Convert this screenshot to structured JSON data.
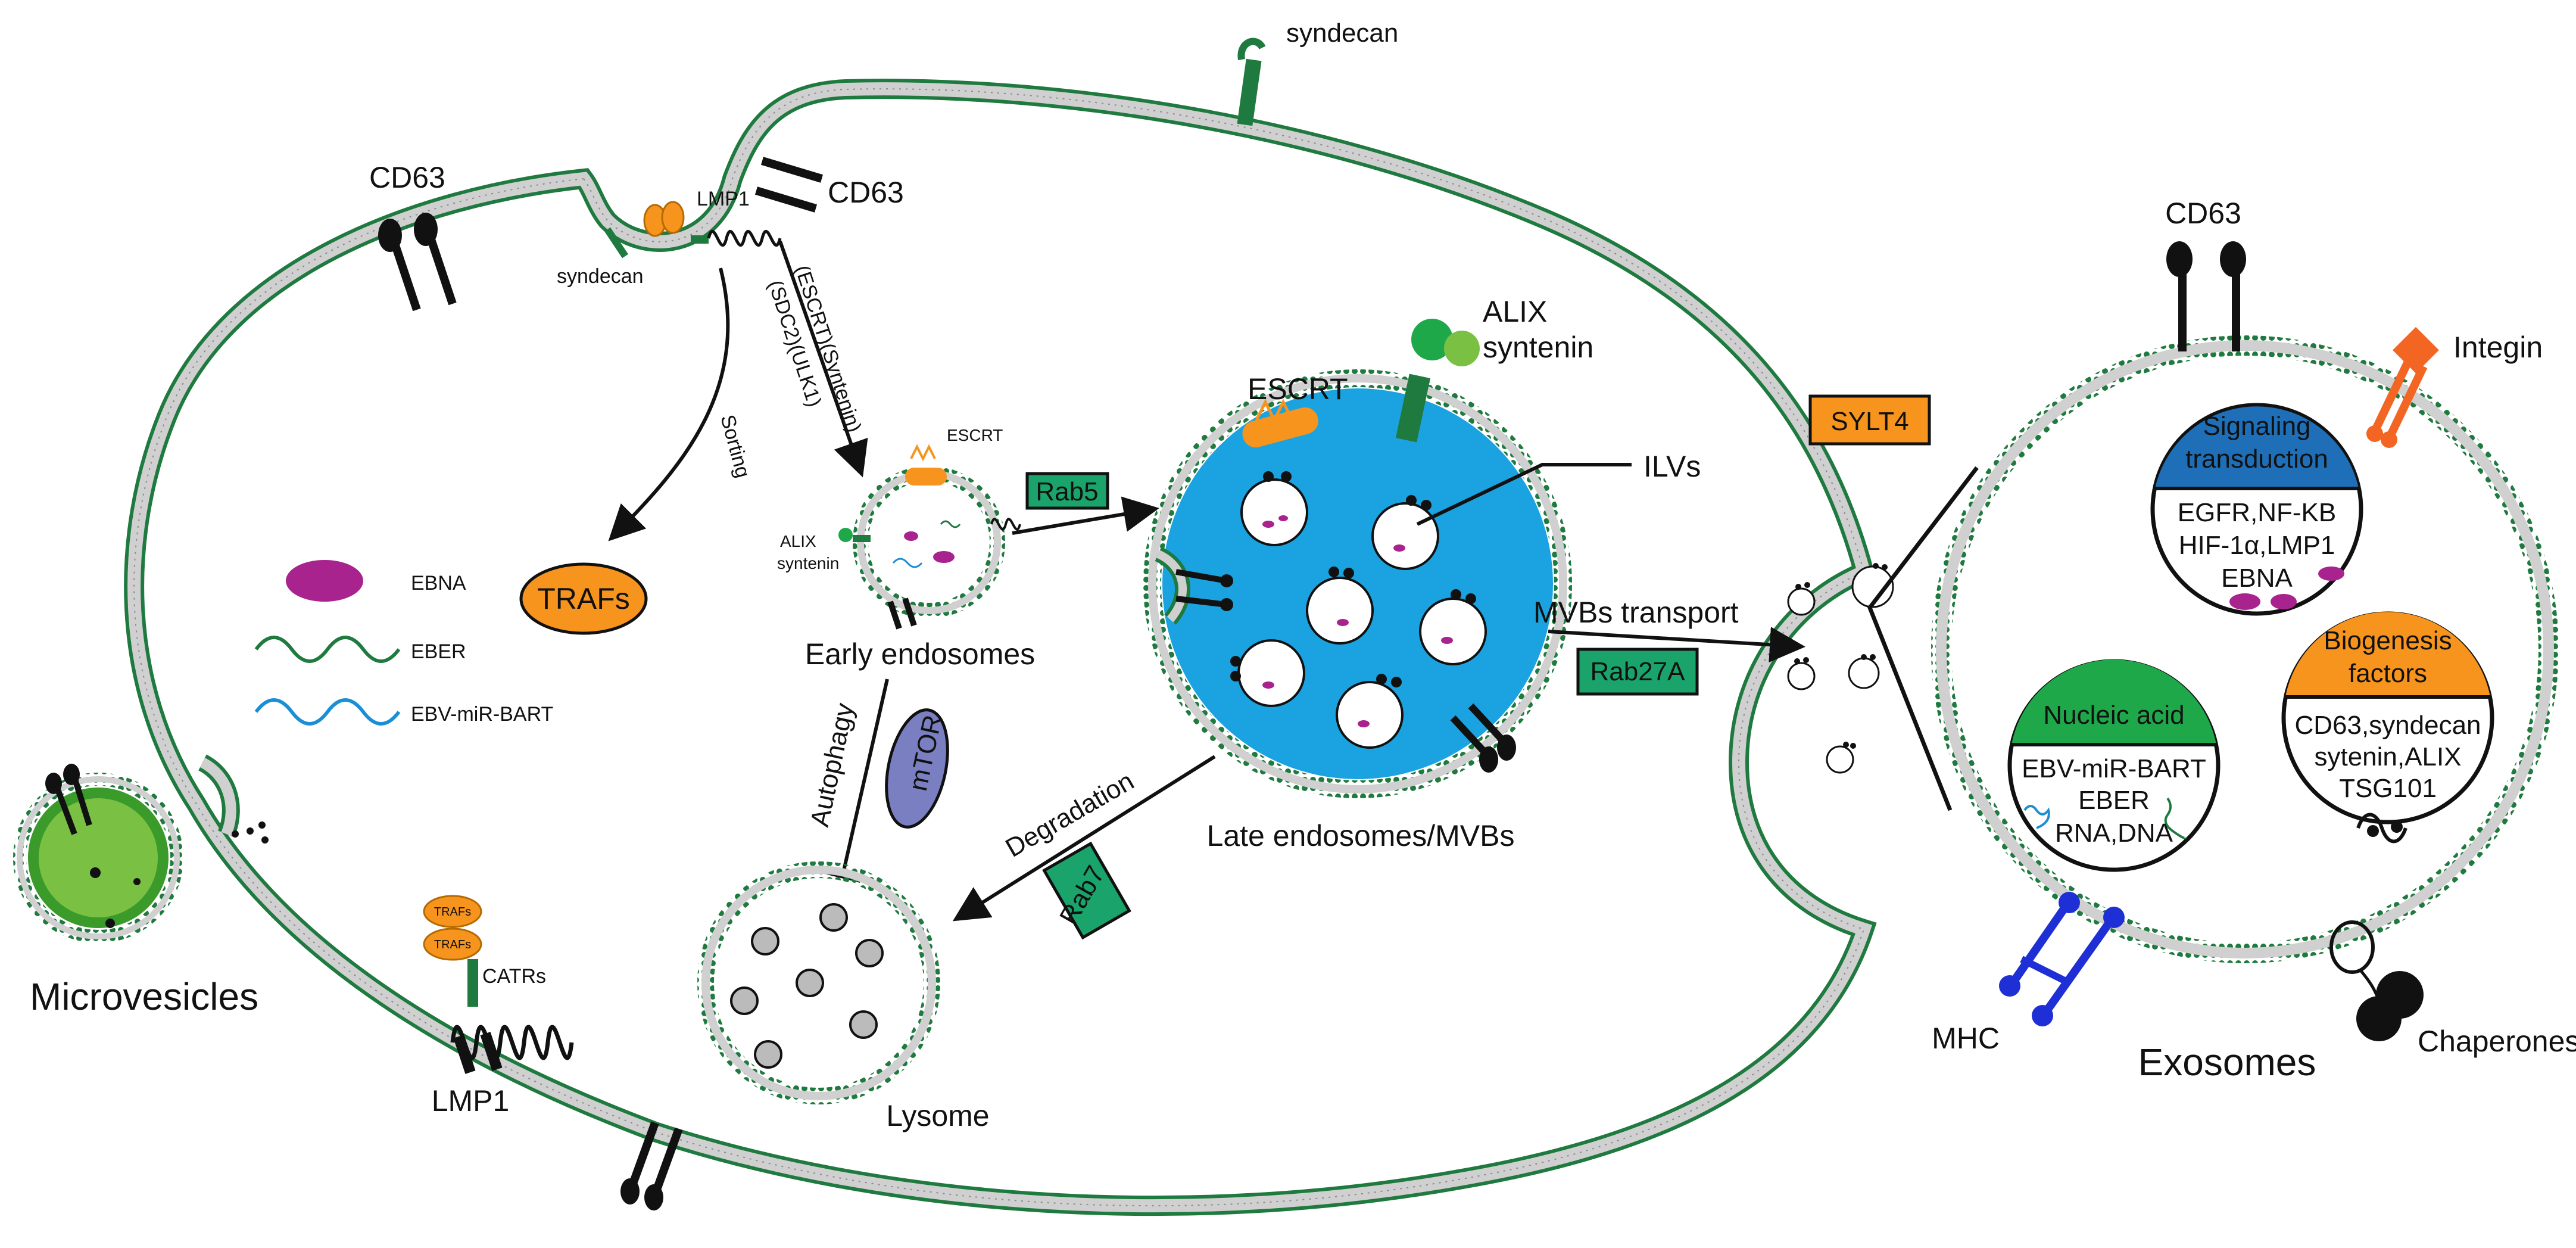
{
  "labels": {
    "syndecan_top": "syndecan",
    "cd63_left": "CD63",
    "cd63_mid": "CD63",
    "lmp1_small": "LMP1",
    "syndecan_left": "syndecan",
    "pathway_escrt": "(ESCRT)(Syntenin)",
    "pathway_sdc2": "(SDC2)(ULK1)",
    "sorting": "Sorting",
    "trafs_oval": "TRAFs",
    "escrt_small": "ESCRT",
    "alix_small": "ALIX",
    "syntenin_small": "syntenin",
    "rab5": "Rab5",
    "escrt_large": "ESCRT",
    "alix_large": "ALIX",
    "syntenin_large": "syntenin",
    "ilvs": "ILVs",
    "early_endosomes": "Early endosomes",
    "autophagy": "Autophagy",
    "mtor": "mTOR",
    "degradation": "Degradation",
    "rab7": "Rab7",
    "late_endosomes": "Late endosomes/MVBs",
    "lysome": "Lysome",
    "mvbs_transport": "MVBs transport",
    "rab27a": "Rab27A",
    "sylt4": "SYLT4",
    "microvesicles": "Microvesicles",
    "trafs_small_1": "TRAFs",
    "trafs_small_2": "TRAFs",
    "catrs": "CATRs",
    "lmp1_bottom": "LMP1",
    "cd63_exo": "CD63",
    "integin": "Integin",
    "mhc": "MHC",
    "chaperones": "Chaperones",
    "exosomes": "Exosomes"
  },
  "legend": [
    {
      "label": "EBNA",
      "icon": "purple-oval-icon"
    },
    {
      "label": "EBER",
      "icon": "green-wave-icon"
    },
    {
      "label": "EBV-miR-BART",
      "icon": "blue-wave-icon"
    }
  ],
  "cargo": {
    "signaling": {
      "title_1": "Signaling",
      "title_2": "transduction",
      "line_1": "EGFR,NF-KB",
      "line_2": "HIF-1α,LMP1",
      "line_3": "EBNA"
    },
    "nucleic": {
      "title": "Nucleic acid",
      "line_1": "EBV-miR-BART",
      "line_2": "EBER",
      "line_3": "RNA,DNA"
    },
    "biogenesis": {
      "title_1": "Biogenesis",
      "title_2": "factors",
      "line_1": "CD63,syndecan",
      "line_2": "sytenin,ALIX",
      "line_3": "TSG101"
    }
  },
  "colors": {
    "membrane_green": "#1f7a3f",
    "membrane_gray": "#d0d0d0",
    "mvb_blue": "#1aa3e0",
    "orange": "#f7941d",
    "rab_green": "#1aa36a",
    "signal_blue": "#1e6fb8",
    "nucleic_green": "#1ea84a",
    "biogenesis_orange": "#f7941d",
    "ebna_purple": "#a8238e",
    "mtor_purple": "#7a7fc1",
    "microvesicle_green": "#7ac143",
    "integin_orange": "#f26522",
    "mhc_blue": "#1e2fd6"
  }
}
